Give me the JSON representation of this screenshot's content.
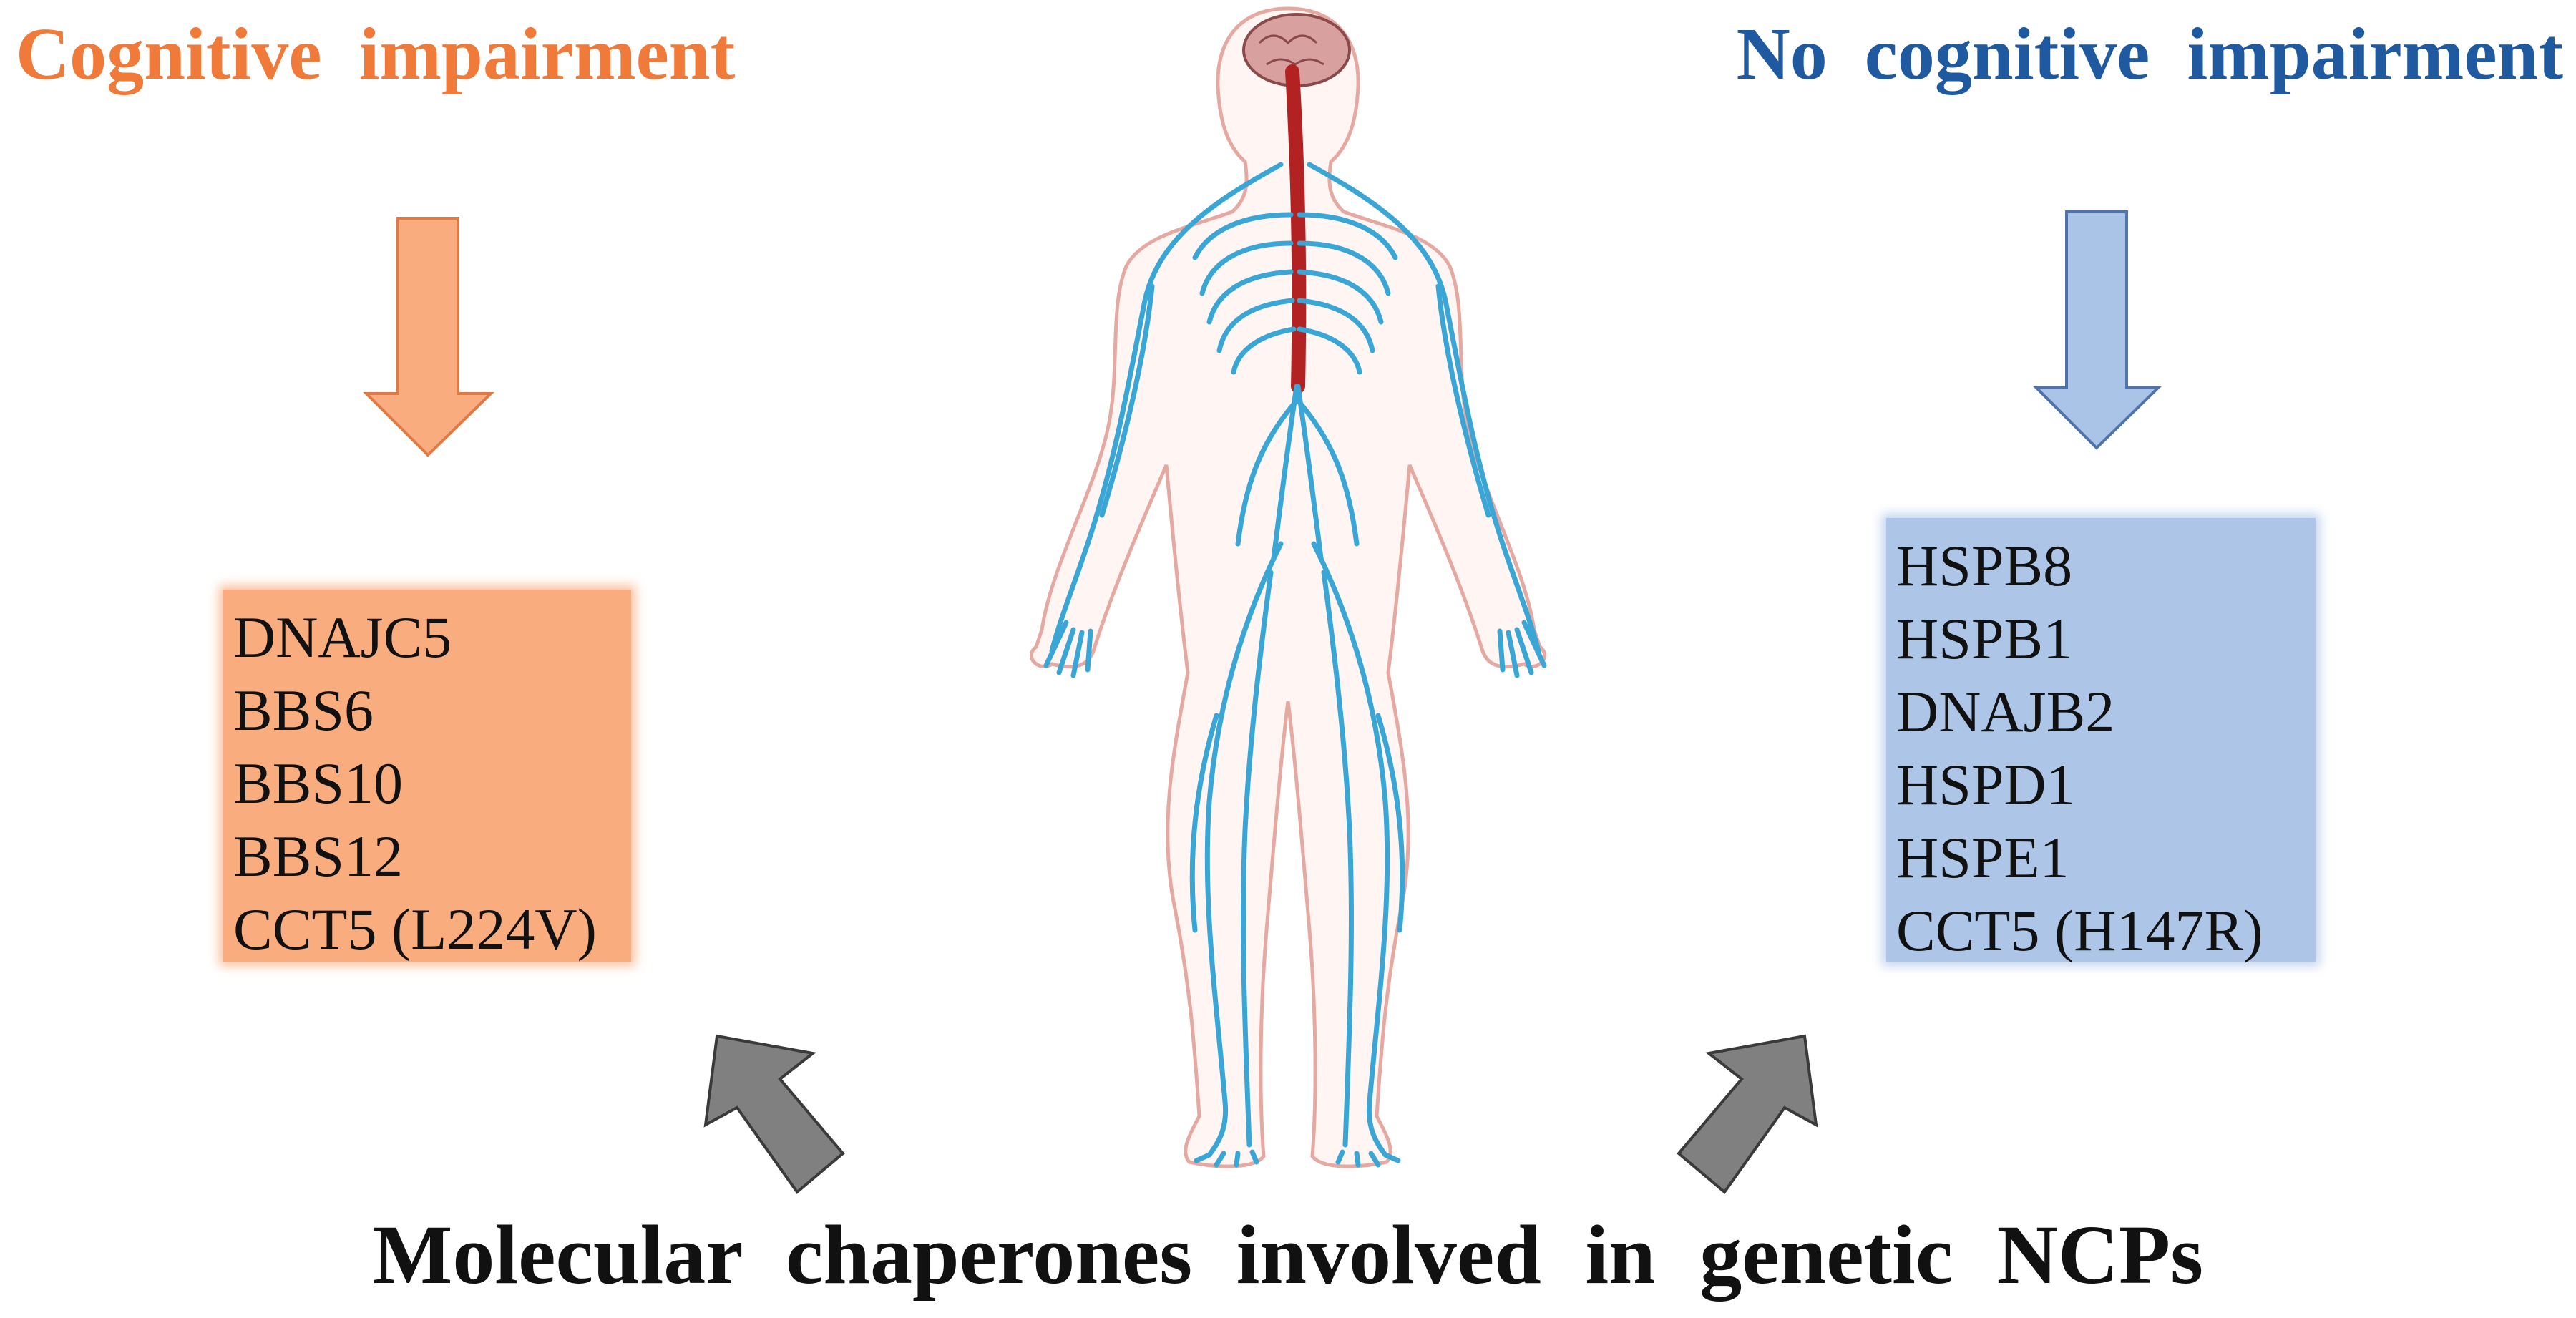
{
  "left_panel": {
    "title": "Cognitive impairment",
    "color": "#f07a3a",
    "box_color": "#f9ac7e",
    "genes": [
      "DNAJC5",
      "BBS6",
      "BBS10",
      "BBS12",
      "CCT5 (L224V)"
    ]
  },
  "right_panel": {
    "title": "No cognitive impairment",
    "color": "#1f5aa0",
    "box_color": "#adc6e8",
    "genes": [
      "HSPB8",
      "HSPB1",
      "DNAJB2",
      "HSPD1",
      "HSPE1",
      "CCT5 (H147R)"
    ]
  },
  "center": {
    "figure": "human-nervous-system-illustration",
    "nerve_color": "#3aa6d6",
    "spinal_cord_color": "#b22222",
    "brain_color": "#d9a0a0"
  },
  "arrows": {
    "down_left_color": "#f9ac7e",
    "down_right_color": "#a9c4e6",
    "up_color": "#808080"
  },
  "footer": {
    "caption": "Molecular chaperones involved in genetic NCPs"
  }
}
